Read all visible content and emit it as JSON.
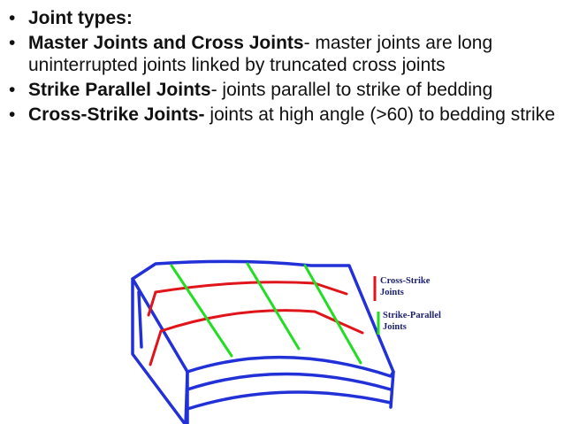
{
  "bullets": [
    {
      "bold": "Joint types:",
      "text": ""
    },
    {
      "bold": "Master Joints and Cross Joints",
      "text": "- master joints are long uninterrupted joints linked by truncated cross joints"
    },
    {
      "bold": "Strike Parallel Joints",
      "text": "- joints parallel to strike of bedding"
    },
    {
      "bold": "Cross-Strike Joints-",
      "text": " joints at high angle (>60) to bedding strike"
    }
  ],
  "bullet_symbol": "•",
  "legend": {
    "cross_strike": {
      "line1": "Cross-Strike",
      "line2": "Joints",
      "color": "#e0151b"
    },
    "strike_parallel": {
      "line1": "Strike-Parallel",
      "line2": "Joints",
      "color": "#22dd22"
    }
  },
  "colors": {
    "bedding": "#2230d8",
    "cross_strike": "#e0151b",
    "strike_parallel": "#22dd22",
    "text": "#111111"
  }
}
